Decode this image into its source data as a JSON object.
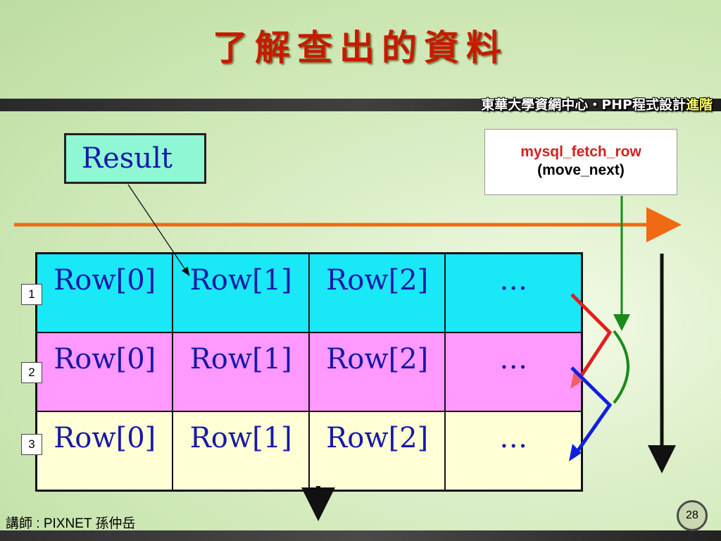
{
  "title": "了解查出的資料",
  "header": {
    "org_text": "東華大學資網中心・PHP程式設計",
    "org_accent": "進階"
  },
  "result_label": "Result",
  "fetch_box": {
    "function": "mysql_fetch_row",
    "subtitle": "(move_next)"
  },
  "table": {
    "rows": [
      [
        "Row[0]",
        "Row[1]",
        "Row[2]",
        "…"
      ],
      [
        "Row[0]",
        "Row[1]",
        "Row[2]",
        "…"
      ],
      [
        "Row[0]",
        "Row[1]",
        "Row[2]",
        "…"
      ]
    ],
    "row_numbers": [
      "1",
      "2",
      "3"
    ],
    "row_colors": [
      "#19e8f6",
      "#ff99ff",
      "#ffffd6"
    ]
  },
  "footer": {
    "credit": "講師 : PIXNET 孫仲岳",
    "page_number": "28"
  },
  "colors": {
    "title": "#c61b00",
    "cell_text": "#1818a8",
    "orange_arrow": "#ef6a12",
    "green_arrow": "#1a8a1a",
    "red_step": "#e02020",
    "blue_step": "#1020e0"
  }
}
